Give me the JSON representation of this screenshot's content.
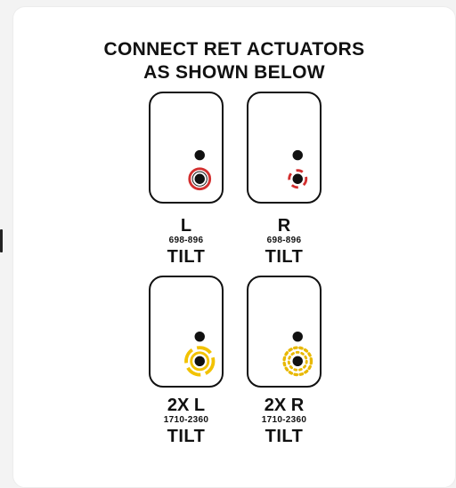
{
  "header": {
    "line1": "CONNECT RET ACTUATORS",
    "line2": "AS SHOWN BELOW"
  },
  "ports": [
    {
      "label": "L",
      "range": "698-896",
      "tilt": "TILT",
      "ring_style": "solid",
      "ring_color": "#d32f2f"
    },
    {
      "label": "R",
      "range": "698-896",
      "tilt": "TILT",
      "ring_style": "dashed",
      "ring_color": "#d32f2f"
    },
    {
      "label": "2X L",
      "range": "1710-2360",
      "tilt": "TILT",
      "ring_style": "dashed-double",
      "ring_color": "#f2c200"
    },
    {
      "label": "2X R",
      "range": "1710-2360",
      "tilt": "TILT",
      "ring_style": "dotted",
      "ring_color": "#e8b800"
    }
  ],
  "colors": {
    "red": "#d32f2f",
    "yellow": "#f2c200",
    "ink": "#111111"
  }
}
